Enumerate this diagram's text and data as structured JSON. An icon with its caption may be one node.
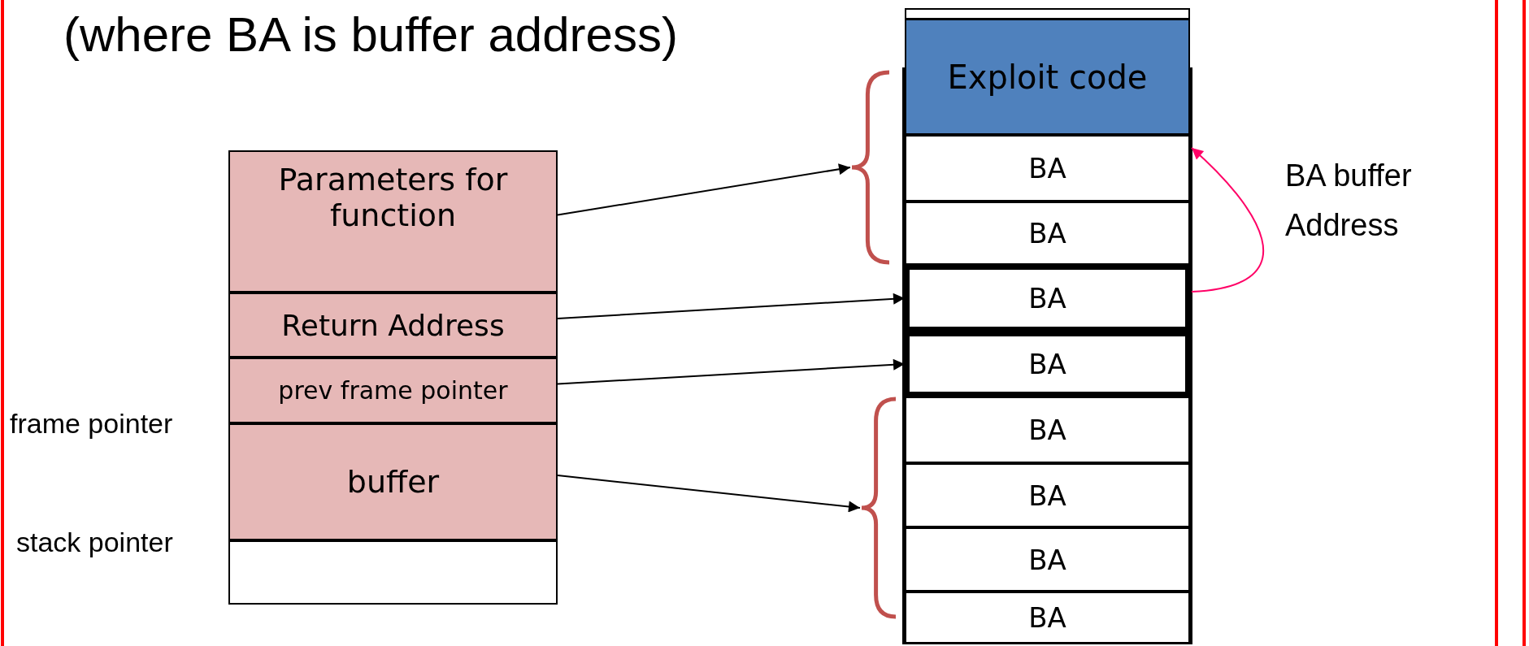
{
  "diagram": {
    "title": "(where BA is buffer address)",
    "nodes": [
      {
        "text": [
          "Parameters for function"
        ]
      },
      {
        "text": [
          "Return Address"
        ]
      },
      {
        "text": [
          "prev frame pointer"
        ]
      },
      {
        "text": [
          "buffer"
        ]
      },
      {
        "text": [],
        "shape": "box"
      },
      {
        "text": [],
        "shape": "box"
      },
      {
        "text": [
          "Exploit code"
        ]
      },
      {
        "text": [
          "BA"
        ]
      },
      {
        "text": [
          "BA"
        ]
      },
      {
        "text": [
          "BA"
        ]
      },
      {
        "text": [
          "BA"
        ]
      },
      {
        "text": [
          "BA"
        ]
      },
      {
        "text": [
          "BA"
        ]
      },
      {
        "text": [
          "BA"
        ]
      },
      {
        "text": [
          "BA"
        ]
      },
      {
        "text": [],
        "shape": "brace"
      },
      {
        "text": [],
        "shape": "brace"
      }
    ],
    "edges": [
      {
        "from": 0,
        "to": 15,
        "arrow": "to"
      },
      {
        "from": 1,
        "to": 9,
        "arrow": "to"
      },
      {
        "from": 2,
        "to": 10,
        "arrow": "to"
      },
      {
        "from": 3,
        "to": 16,
        "arrow": "to"
      },
      {
        "from": 9,
        "to": 7,
        "arrow": "to",
        "color": "#ff0066"
      }
    ],
    "labels": [
      "frame pointer",
      "stack pointer",
      "BA buffer Address"
    ]
  }
}
